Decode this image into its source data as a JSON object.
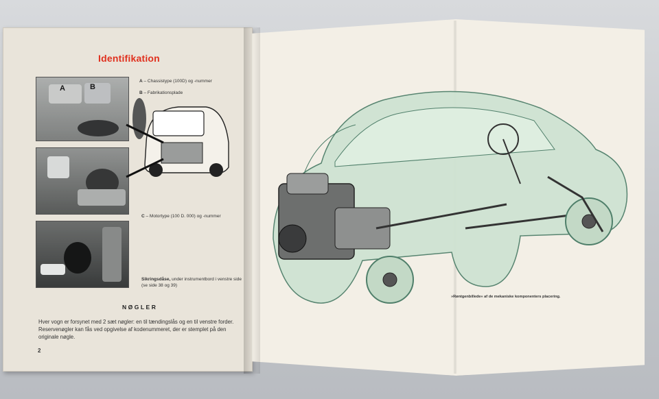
{
  "left_page": {
    "title": "Identifikation",
    "captions": {
      "a_letter": "A",
      "a_text": "– Chassistype (100D) og -nummer",
      "b_letter": "B",
      "b_text": "– Fabrikationsplade",
      "c_letter": "C",
      "c_text": "– Motortype (100 D. 000) og -nummer",
      "fuse_bold": "Sikringsdåse,",
      "fuse_text": "under instrumentbord i venstre side (se side 38 og 39)"
    },
    "photo_label_a": "A",
    "photo_label_b": "B",
    "heading": "NØGLER",
    "paragraph": "Hver vogn er forsynet med 2 sæt nøgler: en til tændingslås og en til venstre forder. Reservenøgler kan fås ved opgivelse af kodenummeret, der er stemplet på den originale nøgle.",
    "page_number": "2"
  },
  "right_page": {
    "caption": "»Røntgenbillede« af de mekaniske komponenters placering."
  },
  "colors": {
    "title": "#e0301e",
    "car_body": "#cfe3d2",
    "car_outline": "#4f7f6a"
  }
}
